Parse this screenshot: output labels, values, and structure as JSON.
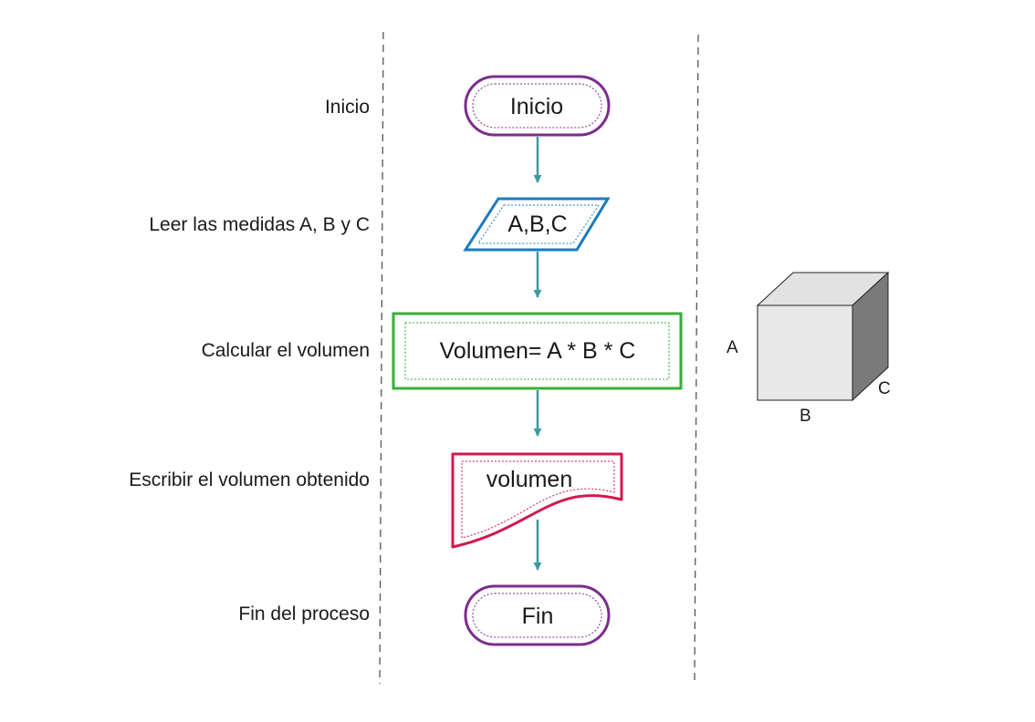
{
  "colors": {
    "terminal": "#7b2d8e",
    "input": "#1a7bbf",
    "process": "#3aae3a",
    "output": "#d4184c",
    "arrow": "#3a9aa0",
    "divider": "#555555",
    "cube_front": "#e8e8e8",
    "cube_top": "#e2e2e2",
    "cube_side": "#7a7a7a"
  },
  "steps": [
    {
      "label": "Inicio",
      "shape": "terminal",
      "text": "Inicio"
    },
    {
      "label": "Leer las medidas A, B y C",
      "shape": "input",
      "text": "A,B,C"
    },
    {
      "label": "Calcular el volumen",
      "shape": "process",
      "text": "Volumen= A * B * C"
    },
    {
      "label": "Escribir el volumen obtenido",
      "shape": "output",
      "text": "volumen"
    },
    {
      "label": "Fin del proceso",
      "shape": "terminal",
      "text": "Fin"
    }
  ],
  "cube": {
    "label_a": "A",
    "label_b": "B",
    "label_c": "C"
  }
}
